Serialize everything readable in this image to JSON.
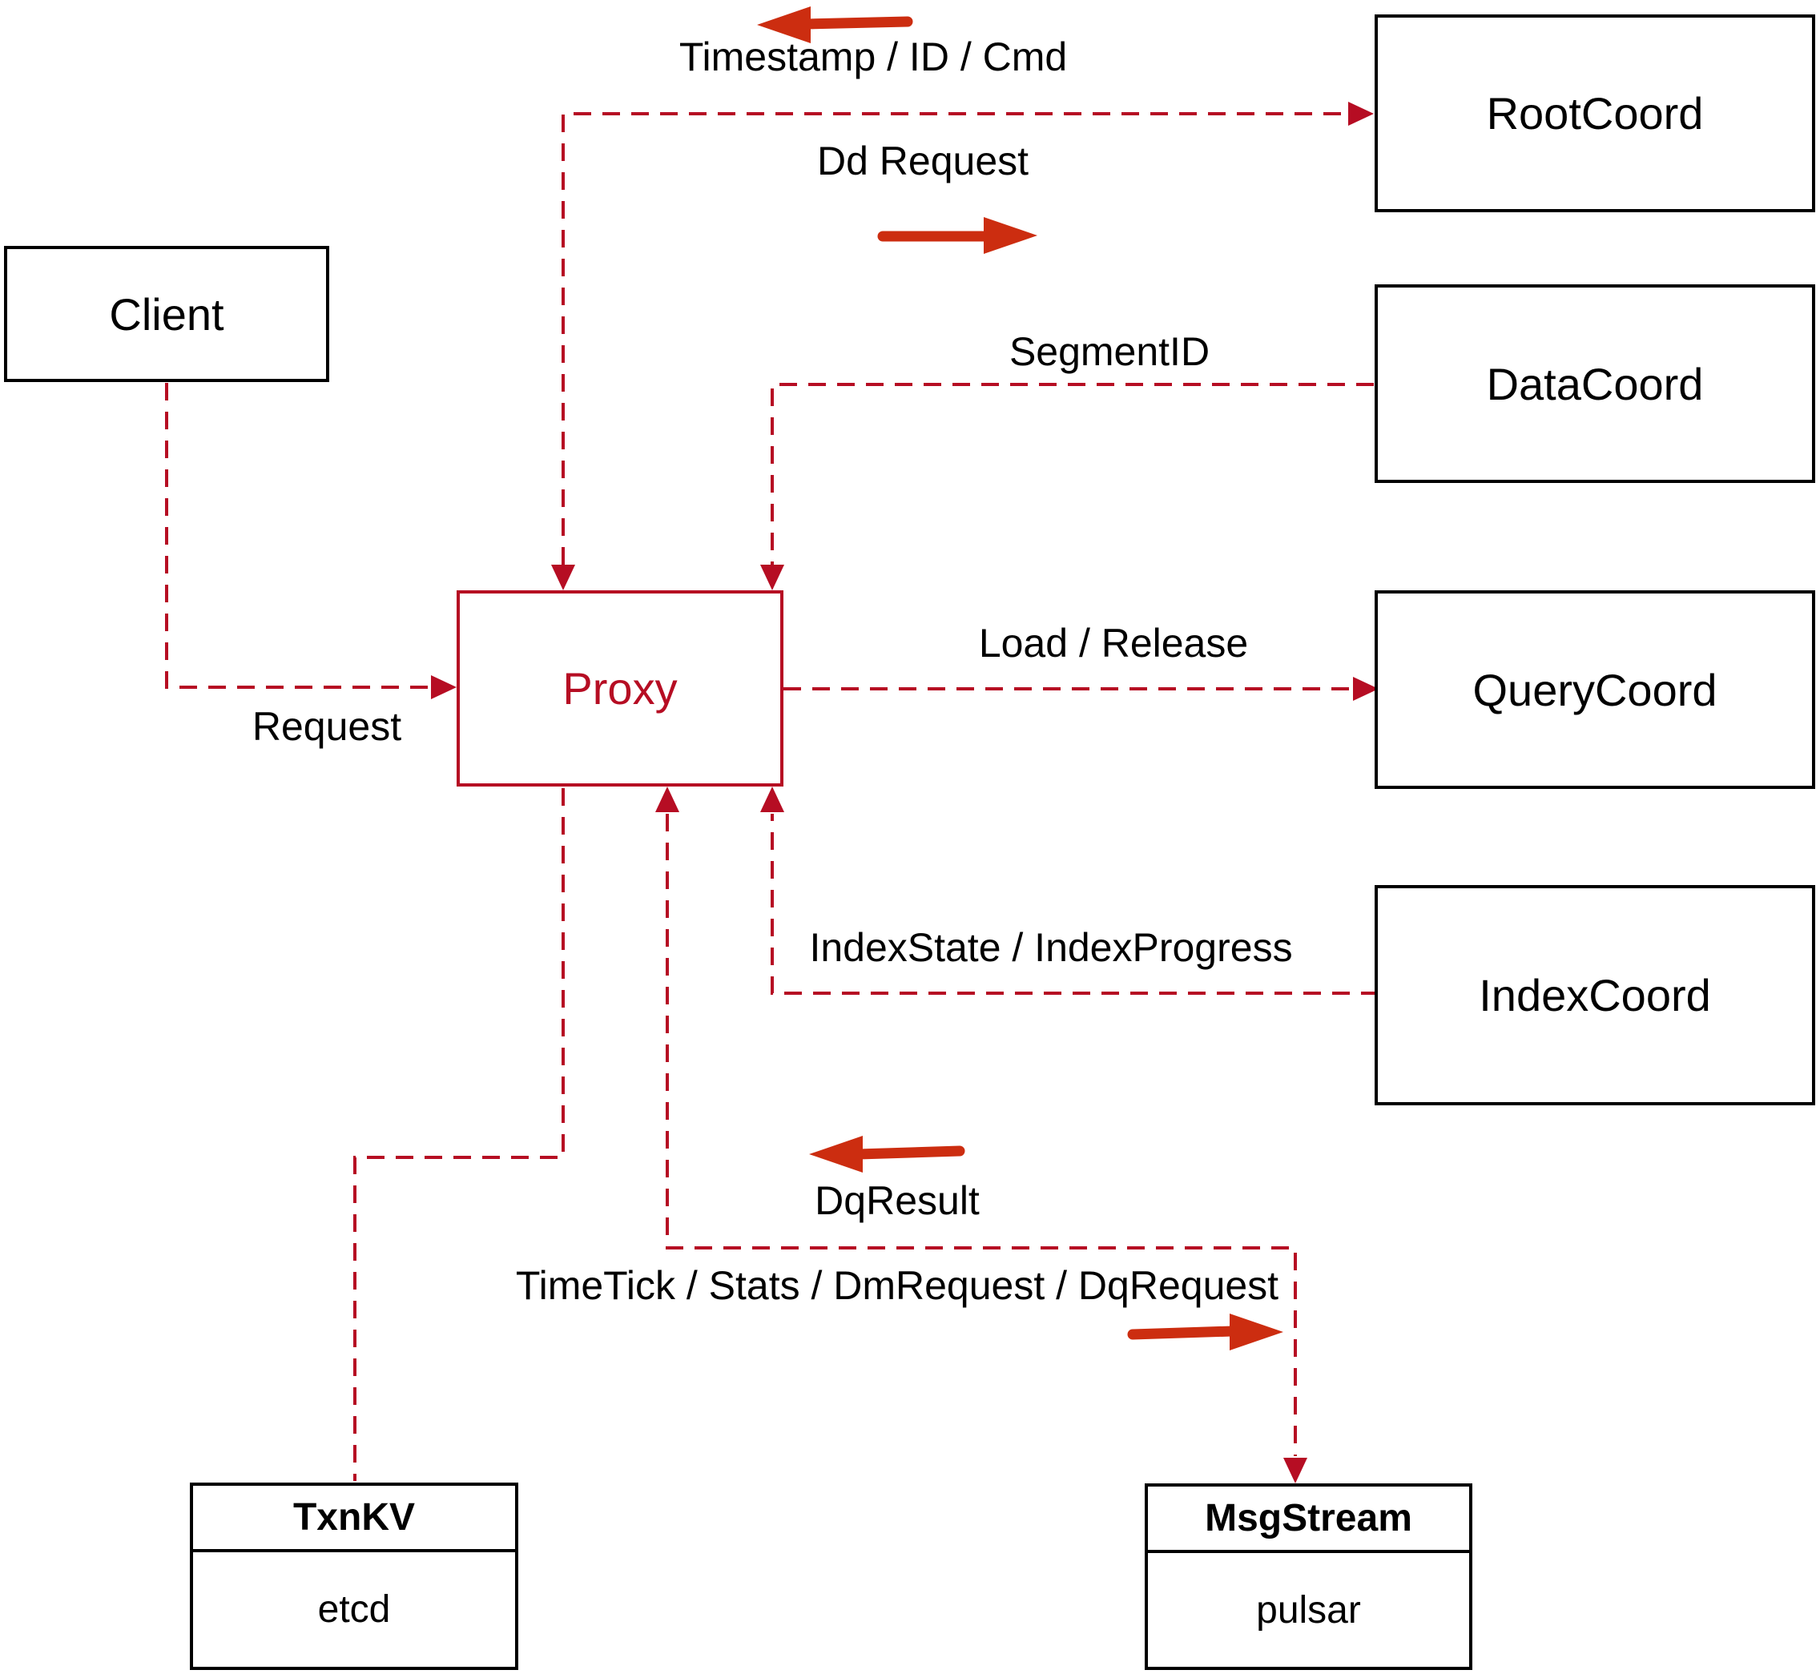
{
  "title": "Proxy interaction diagram",
  "colors": {
    "edge_dashed": "#b60d23",
    "direction_arrow_glyph": "#cc2d10",
    "box_border": "#000000",
    "proxy_accent": "#b60d23",
    "text": "#000000",
    "background": "#ffffff"
  },
  "nodes": {
    "client": {
      "label": "Client"
    },
    "proxy": {
      "label": "Proxy"
    },
    "root_coord": {
      "label": "RootCoord"
    },
    "data_coord": {
      "label": "DataCoord"
    },
    "query_coord": {
      "label": "QueryCoord"
    },
    "index_coord": {
      "label": "IndexCoord"
    },
    "txn_kv": {
      "title": "TxnKV",
      "implementation": "etcd"
    },
    "msg_stream": {
      "title": "MsgStream",
      "implementation": "pulsar"
    }
  },
  "edge_labels": {
    "timestamp_id_cmd": "Timestamp / ID / Cmd",
    "dd_request": "Dd Request",
    "segment_id": "SegmentID",
    "request": "Request",
    "load_release": "Load / Release",
    "index_state_progress": "IndexState / IndexProgress",
    "dq_result": "DqResult",
    "time_tick_stats": "TimeTick / Stats / DmRequest / DqRequest"
  },
  "edges": [
    {
      "from": "Proxy",
      "to": "RootCoord",
      "labels": [
        "Timestamp / ID / Cmd",
        "Dd Request"
      ],
      "direction": "bidirectional"
    },
    {
      "from": "DataCoord",
      "to": "Proxy",
      "labels": [
        "SegmentID"
      ],
      "direction": "one-way"
    },
    {
      "from": "Client",
      "to": "Proxy",
      "labels": [
        "Request"
      ],
      "direction": "one-way"
    },
    {
      "from": "Proxy",
      "to": "QueryCoord",
      "labels": [
        "Load / Release"
      ],
      "direction": "one-way"
    },
    {
      "from": "IndexCoord",
      "to": "Proxy",
      "labels": [
        "IndexState / IndexProgress"
      ],
      "direction": "one-way"
    },
    {
      "from": "Proxy",
      "to": "MsgStream",
      "labels": [
        "DqResult",
        "TimeTick / Stats / DmRequest / DqRequest"
      ],
      "direction": "bidirectional"
    },
    {
      "from": "Proxy",
      "to": "TxnKV",
      "labels": [],
      "direction": "plain"
    }
  ]
}
